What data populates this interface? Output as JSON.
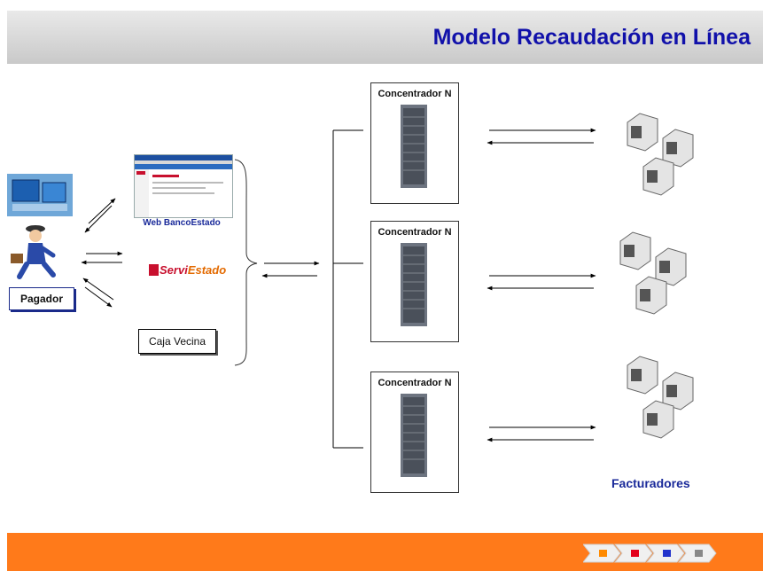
{
  "slide": {
    "title": "Modelo Recaudación en Línea"
  },
  "payer": {
    "label": "Pagador"
  },
  "channels": {
    "web_label": "Web BancoEstado",
    "servi_prefix": "Servi",
    "servi_suffix": "Estado",
    "caja_label": "Caja Vecina"
  },
  "concentrators": [
    {
      "label": "Concentrador N"
    },
    {
      "label": "Concentrador N"
    },
    {
      "label": "Concentrador N"
    }
  ],
  "billers": {
    "label": "Facturadores"
  },
  "colors": {
    "title": "#1111aa",
    "footer": "#ff7a1a",
    "pager": [
      "#ff8a00",
      "#e3001b",
      "#2233cc",
      "#888888"
    ]
  }
}
